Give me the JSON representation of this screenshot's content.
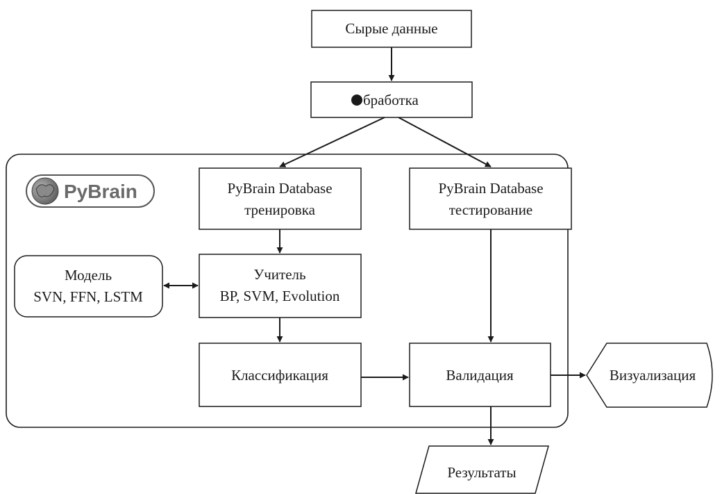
{
  "logo": {
    "text": "PyBrain"
  },
  "nodes": {
    "raw_data": {
      "label": "Сырые данные"
    },
    "processing": {
      "label": "бработка"
    },
    "db_train": {
      "line1": "PyBrain Database",
      "line2": "тренировка"
    },
    "db_test": {
      "line1": "PyBrain Database",
      "line2": "тестирование"
    },
    "model": {
      "line1": "Модель",
      "line2": "SVN, FFN, LSTM"
    },
    "teacher": {
      "line1": "Учитель",
      "line2": "BP, SVM, Evolution"
    },
    "classification": {
      "label": "Классификация"
    },
    "validation": {
      "label": "Валидация"
    },
    "visualization": {
      "label": "Визуализация"
    },
    "results": {
      "label": "Результаты"
    }
  }
}
